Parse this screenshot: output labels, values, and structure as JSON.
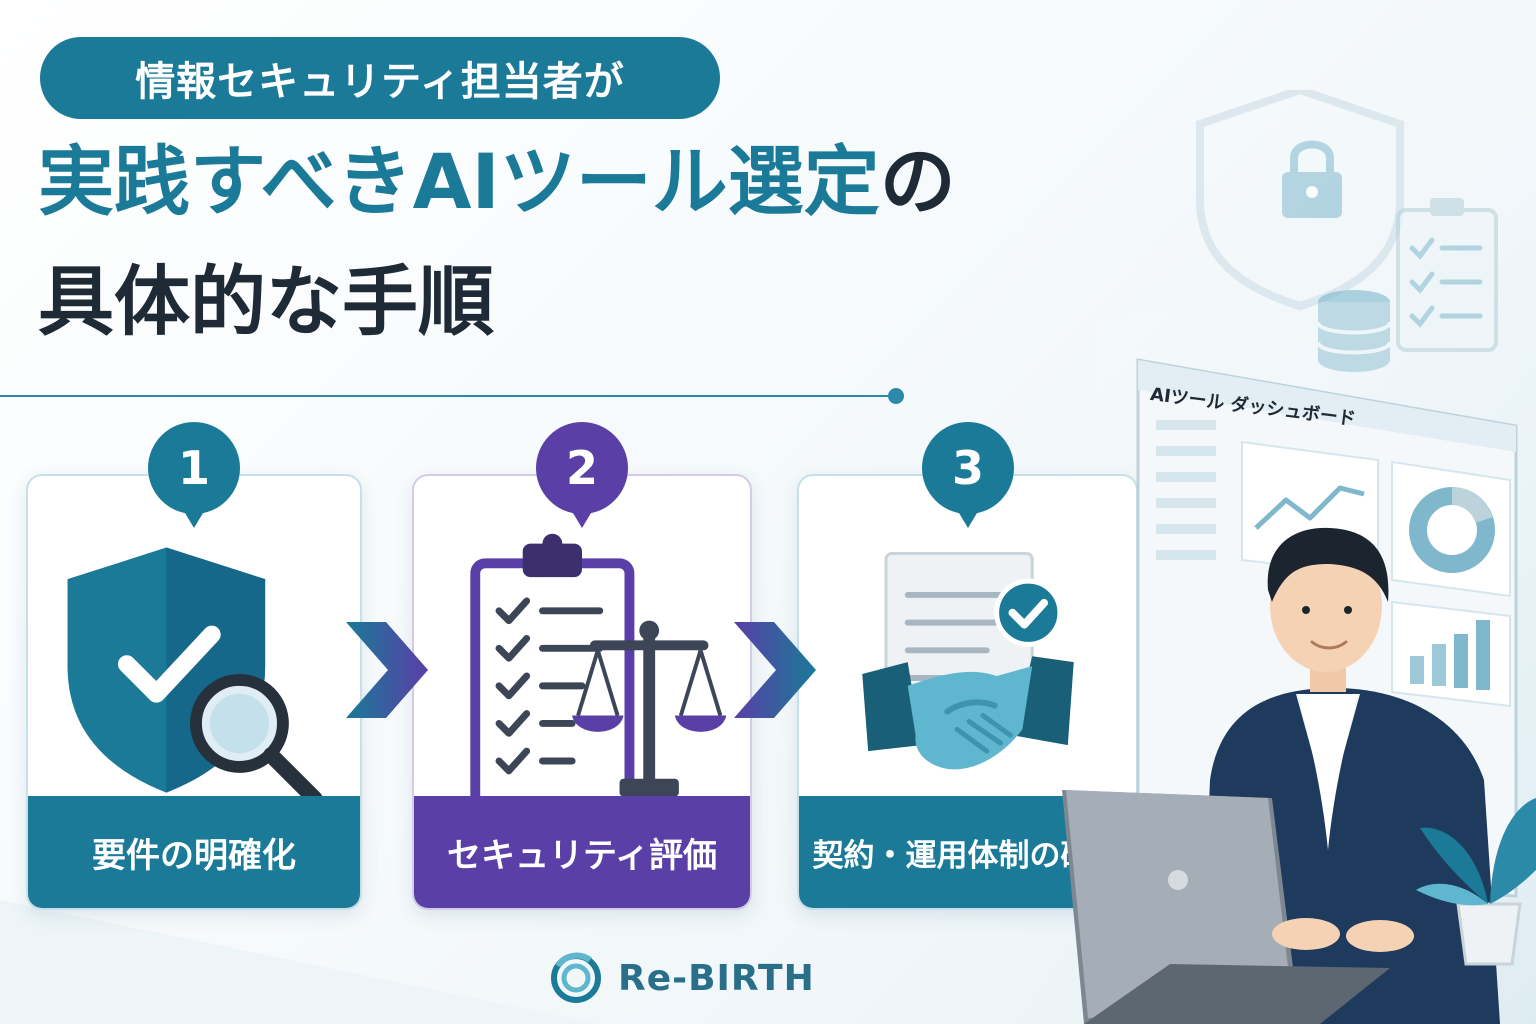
{
  "header": {
    "pill_text": "情報セキュリティ担当者が",
    "title_line1_main": "実践すべきAIツール選定",
    "title_line1_tail": "の",
    "title_line2": "具体的な手順"
  },
  "steps": [
    {
      "number": "1",
      "label": "要件の明確化",
      "icon": "shield-check-magnifier-icon"
    },
    {
      "number": "2",
      "label": "セキュリティ評価",
      "icon": "clipboard-scale-icon"
    },
    {
      "number": "3",
      "label": "契約・運用体制の確認",
      "icon": "handshake-document-icon"
    }
  ],
  "illustration": {
    "dashboard_title": "AIツール ダッシュボード",
    "icons": [
      "shield-lock-icon",
      "checklist-icon",
      "database-icon",
      "line-chart-icon",
      "donut-chart-icon",
      "bar-chart-icon",
      "laptop-icon",
      "plant-icon"
    ]
  },
  "logo": {
    "text": "Re-BIRTH"
  },
  "colors": {
    "teal": "#1a7a97",
    "purple": "#5a3fa7",
    "dark": "#1e2a35",
    "light_teal": "#5fb6cf"
  }
}
